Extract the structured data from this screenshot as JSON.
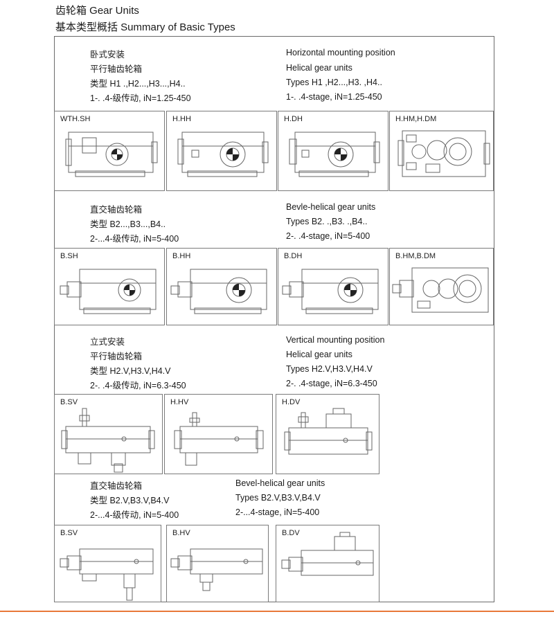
{
  "header": {
    "title": "齿轮箱  Gear Units",
    "subtitle": "基本类型概括  Summary of Basic Types"
  },
  "sections": [
    {
      "cn": [
        "卧式安装",
        "平行轴齿轮箱",
        "类型 H1  .,H2...,H3...,H4..",
        "1-. .4-级传动, iN=1.25-450"
      ],
      "en": [
        "Horizontal mounting position",
        "Helical gear units",
        "Types  H1   ,H2...,H3.  ,H4..",
        "1-. .4-stage,  iN=1.25-450"
      ],
      "units": [
        {
          "label": "WTH.SH",
          "icon": "horizontal-gear-unit-drawing"
        },
        {
          "label": "H.HH",
          "icon": "horizontal-gear-unit-drawing"
        },
        {
          "label": "H.DH",
          "icon": "horizontal-gear-unit-drawing"
        },
        {
          "label": "H.HM,H.DM",
          "icon": "horizontal-gear-unit-section-drawing"
        }
      ]
    },
    {
      "cn": [
        "直交轴齿轮箱",
        "类型 B2...,B3...,B4..",
        "2-...4-级传动, iN=5-400"
      ],
      "en": [
        "Bevle-helical gear units",
        "Types B2. .,B3. .,B4..",
        "2-. .4-stage,  iN=5-400"
      ],
      "units": [
        {
          "label": "B.SH",
          "icon": "bevel-gear-unit-drawing"
        },
        {
          "label": "B.HH",
          "icon": "bevel-gear-unit-drawing"
        },
        {
          "label": "B.DH",
          "icon": "bevel-gear-unit-drawing"
        },
        {
          "label": "B.HM,B.DM",
          "icon": "bevel-gear-unit-section-drawing"
        }
      ]
    },
    {
      "cn": [
        "立式安装",
        "平行轴齿轮箱",
        "类型 H2.V,H3.V,H4.V",
        "2-. .4-级传动, iN=6.3-450"
      ],
      "en": [
        "Vertical mounting position",
        "Helical gear units",
        "Types H2.V,H3.V,H4.V",
        "2-. .4-stage,  iN=6.3-450"
      ],
      "units": [
        {
          "label": "B.SV",
          "icon": "vertical-gear-unit-drawing"
        },
        {
          "label": "H.HV",
          "icon": "vertical-gear-unit-drawing"
        },
        {
          "label": "H.DV",
          "icon": "vertical-gear-unit-drawing"
        }
      ]
    },
    {
      "cn": [
        "直交轴齿轮箱",
        "类型 B2.V,B3.V,B4.V",
        "2-...4-级传动,  iN=5-400"
      ],
      "en": [
        "Bevel-helical gear units",
        "Types B2.V,B3.V,B4.V",
        "2-...4-stage,  iN=5-400"
      ],
      "units": [
        {
          "label": "B.SV",
          "icon": "vertical-bevel-gear-unit-drawing"
        },
        {
          "label": "B.HV",
          "icon": "vertical-bevel-gear-unit-drawing"
        },
        {
          "label": "B.DV",
          "icon": "vertical-bevel-gear-unit-drawing"
        }
      ]
    }
  ]
}
